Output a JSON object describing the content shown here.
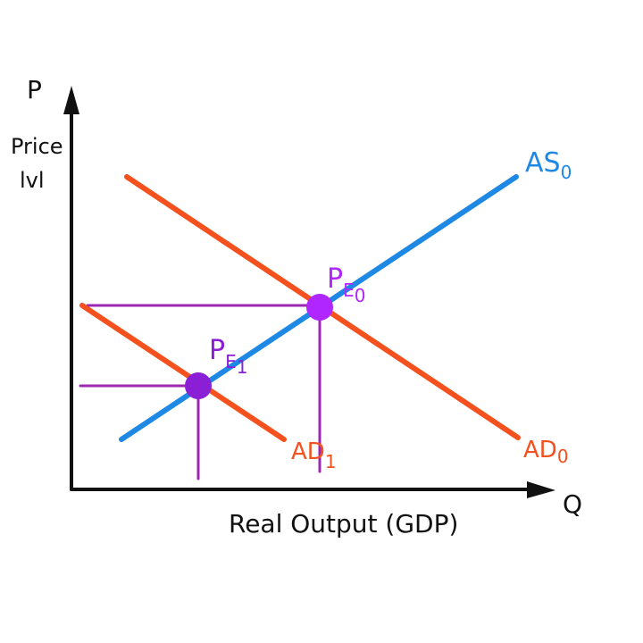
{
  "axes": {
    "y_symbol": "P",
    "y_label_line1": "Price",
    "y_label_line2": "lvl",
    "x_symbol": "Q",
    "x_label": "Real Output (GDP)",
    "axis_color": "#111111"
  },
  "curves": {
    "as": {
      "label_main": "AS",
      "label_sub": "0",
      "color": "#1e88e5"
    },
    "ad0": {
      "label_main": "AD",
      "label_sub": "0",
      "color": "#f4511e"
    },
    "ad1": {
      "label_main": "AD",
      "label_sub": "1",
      "color": "#f4511e"
    }
  },
  "equilibria": {
    "e0": {
      "label_main": "P",
      "label_sub": "E",
      "label_sub2": "0",
      "color": "#b026ff"
    },
    "e1": {
      "label_main": "P",
      "label_sub": "E",
      "label_sub2": "1",
      "color": "#8a1fd6"
    },
    "guide_color": "#9c27b0"
  }
}
